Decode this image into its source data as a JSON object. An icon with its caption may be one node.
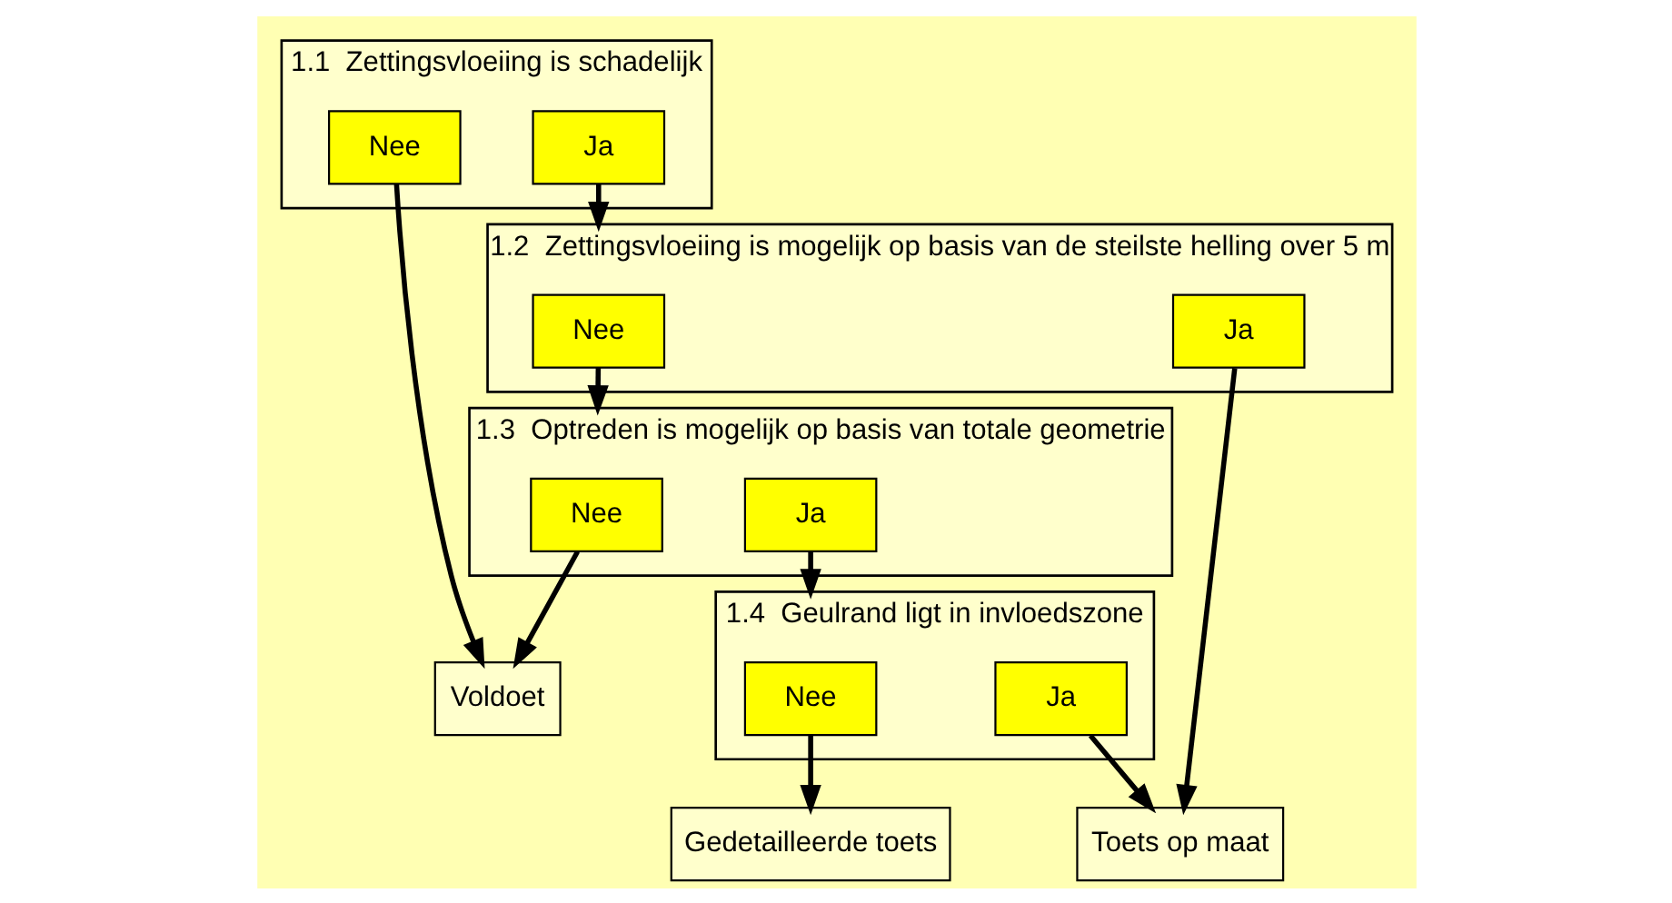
{
  "diagram": {
    "nodes": [
      {
        "text": [
          "1.1  Zettingsvloeiing is schadelijk"
        ]
      },
      {
        "text": [
          "Nee"
        ],
        "in": 0
      },
      {
        "text": [
          "Ja"
        ],
        "in": 0
      },
      {
        "text": [
          "1.2  Zettingsvloeiing is mogelijk op basis van de steilste helling over 5 m"
        ]
      },
      {
        "text": [
          "Nee"
        ],
        "in": 3
      },
      {
        "text": [
          "Ja"
        ],
        "in": 3
      },
      {
        "text": [
          "1.3  Optreden is mogelijk op basis van totale geometrie"
        ]
      },
      {
        "text": [
          "Nee"
        ],
        "in": 6
      },
      {
        "text": [
          "Ja"
        ],
        "in": 6
      },
      {
        "text": [
          "1.4  Geulrand ligt in invloedszone"
        ]
      },
      {
        "text": [
          "Nee"
        ],
        "in": 9
      },
      {
        "text": [
          "Ja"
        ],
        "in": 9
      },
      {
        "text": [
          "Voldoet"
        ]
      },
      {
        "text": [
          "Gedetailleerde toets"
        ]
      },
      {
        "text": [
          "Toets op maat"
        ]
      }
    ],
    "edges": [
      {
        "from": 1,
        "to": 12,
        "arrow": "to"
      },
      {
        "from": 2,
        "to": 3,
        "arrow": "to"
      },
      {
        "from": 4,
        "to": 6,
        "arrow": "to"
      },
      {
        "from": 5,
        "to": 14,
        "arrow": "to"
      },
      {
        "from": 7,
        "to": 12,
        "arrow": "to"
      },
      {
        "from": 8,
        "to": 9,
        "arrow": "to"
      },
      {
        "from": 10,
        "to": 13,
        "arrow": "to"
      },
      {
        "from": 11,
        "to": 14,
        "arrow": "to"
      }
    ]
  }
}
